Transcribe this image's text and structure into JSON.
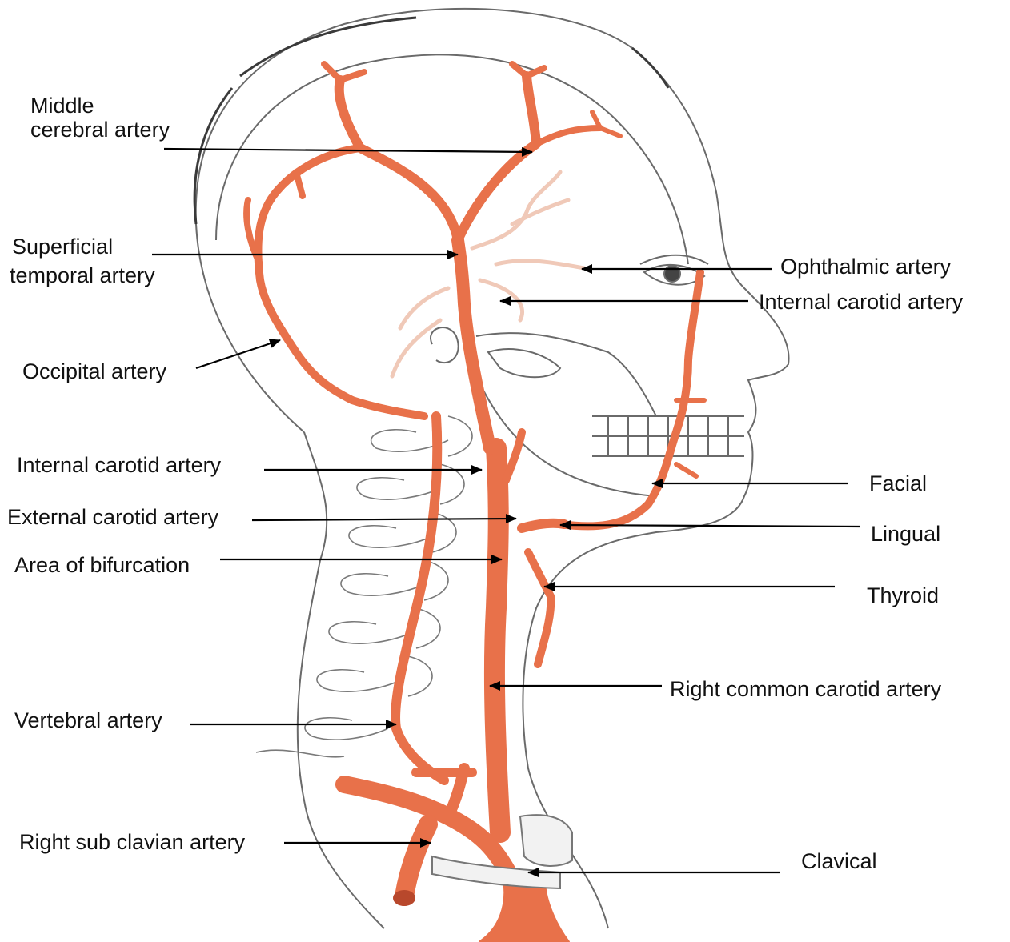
{
  "labels": {
    "middle_cerebral_1": "Middle",
    "middle_cerebral_2": "cerebral artery",
    "superficial_temporal_1": "Superficial",
    "superficial_temporal_2": "temporal artery",
    "occipital": "Occipital artery",
    "internal_carotid_left": "Internal carotid artery",
    "external_carotid": "External carotid artery",
    "bifurcation": "Area of bifurcation",
    "vertebral": "Vertebral artery",
    "subclavian": "Right sub clavian artery",
    "ophthalmic": "Ophthalmic artery",
    "internal_carotid_right": "Internal carotid artery",
    "facial": "Facial",
    "lingual": "Lingual",
    "thyroid": "Thyroid",
    "common_carotid": "Right common carotid artery",
    "clavical": "Clavical"
  },
  "colors": {
    "artery": "#e8714a",
    "artery_dark": "#b8482c",
    "sketch": "#6a6a6a",
    "pale_vessel": "#f0c9b8",
    "text": "#111111"
  }
}
